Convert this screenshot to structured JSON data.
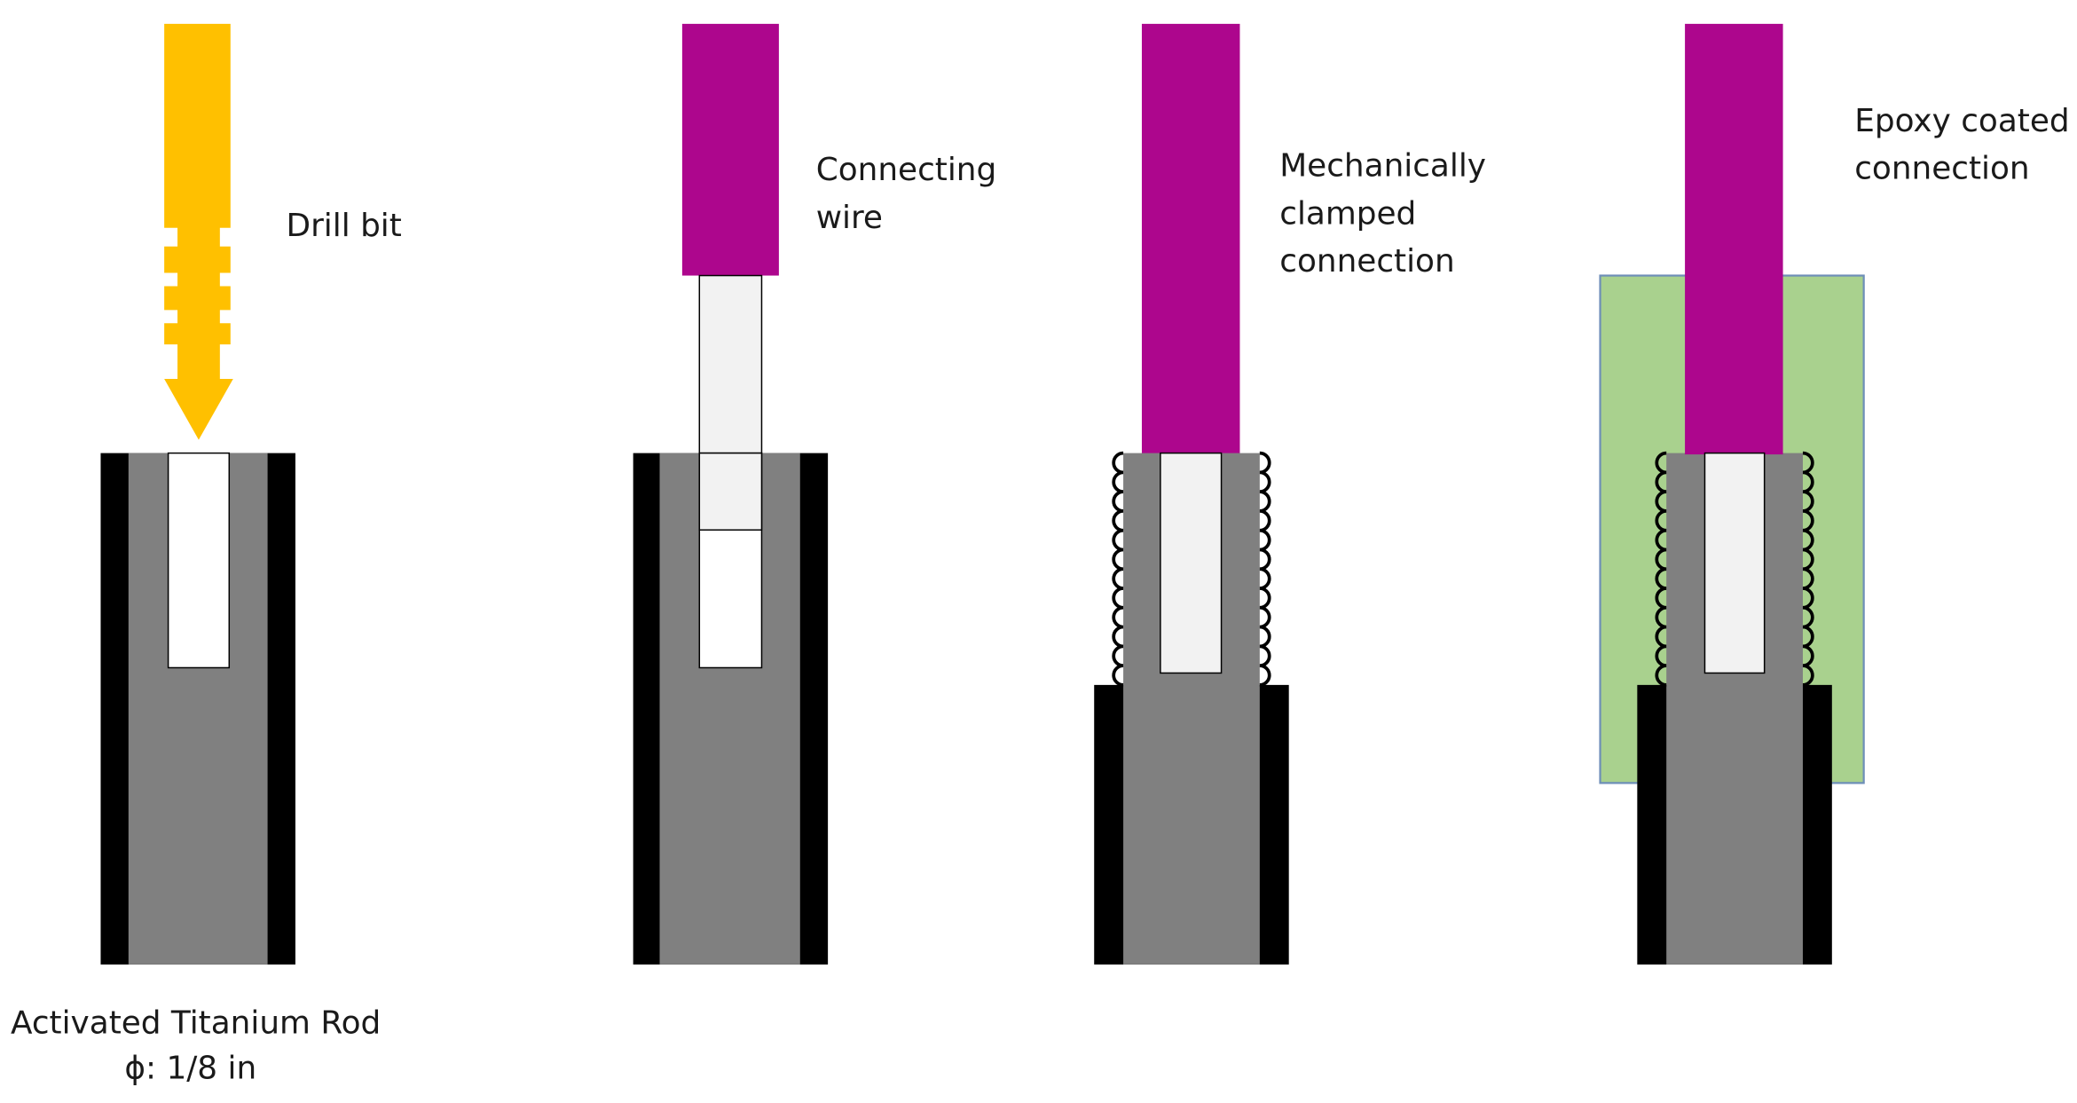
{
  "labels": {
    "drill_bit": "Drill bit",
    "connecting_wire_line1": "Connecting",
    "connecting_wire_line2": "wire",
    "mech_line1": "Mechanically",
    "mech_line2": "clamped",
    "mech_line3": "connection",
    "epoxy_line1": "Epoxy coated",
    "epoxy_line2": "connection",
    "rod_line1": "Activated Titanium Rod",
    "rod_line2": "ϕ: 1/8 in"
  },
  "colors": {
    "drill_bit": "#FFC000",
    "wire": "#AD068D",
    "rod_body": "#808080",
    "rod_edge": "#000000",
    "hole": "#FFFFFF",
    "wire_core": "#F2F2F2",
    "epoxy": "#A9D18E",
    "epoxy_border": "#6E8FB8"
  }
}
